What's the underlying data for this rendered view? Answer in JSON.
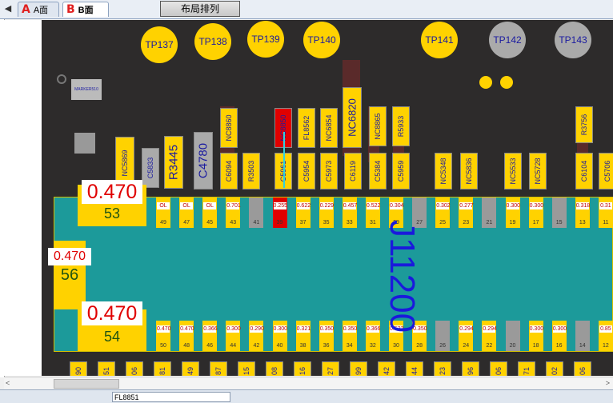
{
  "tabs": {
    "a_label": "A面",
    "a_glyph": "A",
    "b_label": "B面",
    "b_glyph": "B",
    "layout_button": "布局排列"
  },
  "test_points": [
    "TP137",
    "TP138",
    "TP139",
    "TP140",
    "TP141",
    "TP142",
    "TP143"
  ],
  "marker_label": "MARKER510",
  "components": [
    "NC5869",
    "C5833",
    "R3445",
    "C4780",
    "NC8860",
    "C6094",
    "R3503",
    "NC8850",
    "C5961",
    "FL8562",
    "C5954",
    "NC6854",
    "C5973",
    "NC6820",
    "C6119",
    "NC8865",
    "C5384",
    "R5933",
    "C5959",
    "NC5348",
    "NC5836",
    "NC5533",
    "NC5728",
    "R3756",
    "C6104",
    "C5706"
  ],
  "connector": {
    "name": "J11200",
    "big_pads": [
      {
        "value": "0.470",
        "number": "53"
      },
      {
        "value": "0.470",
        "number": "56"
      },
      {
        "value": "0.470",
        "number": "54"
      }
    ],
    "top_pins": [
      {
        "n": "49",
        "v": "OL"
      },
      {
        "n": "47",
        "v": "OL"
      },
      {
        "n": "45",
        "v": "OL"
      },
      {
        "n": "43",
        "v": "0.701"
      },
      {
        "n": "41",
        "v": ""
      },
      {
        "n": "39",
        "v": "0.255"
      },
      {
        "n": "37",
        "v": "0.622"
      },
      {
        "n": "35",
        "v": "0.229"
      },
      {
        "n": "33",
        "v": "0.457"
      },
      {
        "n": "31",
        "v": "0.522"
      },
      {
        "n": "29",
        "v": "0.304"
      },
      {
        "n": "27",
        "v": ""
      },
      {
        "n": "25",
        "v": "0.302"
      },
      {
        "n": "23",
        "v": "0.277"
      },
      {
        "n": "21",
        "v": ""
      },
      {
        "n": "19",
        "v": "0.300"
      },
      {
        "n": "17",
        "v": "0.300"
      },
      {
        "n": "15",
        "v": ""
      },
      {
        "n": "13",
        "v": "0.318"
      },
      {
        "n": "11",
        "v": "0.31"
      }
    ],
    "bottom_pins": [
      {
        "n": "50",
        "v": "0.470"
      },
      {
        "n": "48",
        "v": "0.470"
      },
      {
        "n": "46",
        "v": "0.366"
      },
      {
        "n": "44",
        "v": "0.300"
      },
      {
        "n": "42",
        "v": "0.290"
      },
      {
        "n": "40",
        "v": "0.300"
      },
      {
        "n": "38",
        "v": "0.321"
      },
      {
        "n": "36",
        "v": "0.350"
      },
      {
        "n": "34",
        "v": "0.350"
      },
      {
        "n": "32",
        "v": "0.366"
      },
      {
        "n": "30",
        "v": "0.522"
      },
      {
        "n": "28",
        "v": "0.350"
      },
      {
        "n": "26",
        "v": ""
      },
      {
        "n": "24",
        "v": "0.294"
      },
      {
        "n": "22",
        "v": "0.294"
      },
      {
        "n": "20",
        "v": ""
      },
      {
        "n": "18",
        "v": "0.300"
      },
      {
        "n": "16",
        "v": "0.300"
      },
      {
        "n": "14",
        "v": ""
      },
      {
        "n": "12",
        "v": "0.85"
      }
    ]
  },
  "bottom_row_labels": [
    "90",
    "51",
    "06",
    "81",
    "49",
    "87",
    "15",
    "08",
    "16",
    "27",
    "99",
    "42",
    "44",
    "23",
    "96",
    "06",
    "71",
    "02",
    "06"
  ],
  "statusbar": {
    "field_text": "FL8851"
  }
}
